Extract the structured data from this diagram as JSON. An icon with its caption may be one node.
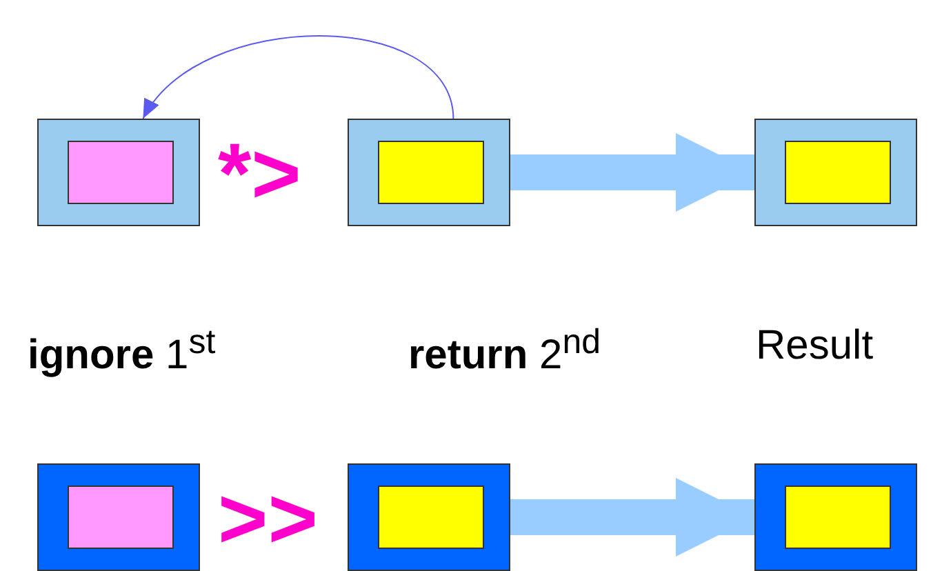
{
  "diagram": {
    "nodes": [
      {
        "text": [],
        "shape": "box"
      },
      {
        "text": [],
        "shape": "box",
        "in": 0
      },
      {
        "text": [],
        "shape": "box"
      },
      {
        "text": [],
        "shape": "box",
        "in": 2
      },
      {
        "text": [],
        "shape": "box"
      },
      {
        "text": [],
        "shape": "box",
        "in": 4
      },
      {
        "text": [],
        "shape": "box"
      },
      {
        "text": [],
        "shape": "box",
        "in": 6
      },
      {
        "text": [],
        "shape": "box"
      },
      {
        "text": [],
        "shape": "box",
        "in": 8
      },
      {
        "text": [],
        "shape": "box"
      },
      {
        "text": [],
        "shape": "box",
        "in": 10
      }
    ],
    "edges": [
      {
        "from": 2,
        "to": 0,
        "arrow": "to",
        "color": "#5a5aee"
      },
      {
        "from": 2,
        "to": 4,
        "arrow": "to"
      },
      {
        "from": 8,
        "to": 10,
        "arrow": "to"
      }
    ],
    "labels": [
      "*>",
      "**ignore** 1$^{st}$",
      "**return** 2$^{nd}$",
      "Result",
      ">>"
    ]
  }
}
